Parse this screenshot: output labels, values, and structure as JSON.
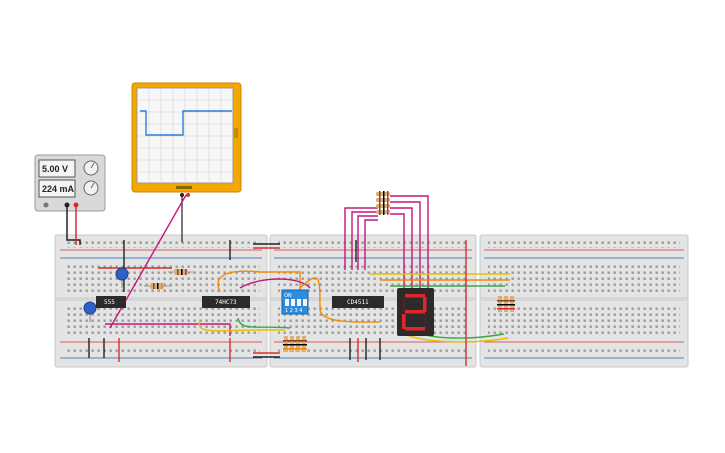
{
  "power_supply": {
    "voltage": "5.00 V",
    "current": "224 mA"
  },
  "chips": {
    "timer": "555",
    "flipflop": "74HC73",
    "decoder": "CD4511"
  },
  "dip_switch": {
    "label": "ON",
    "numbers": "1 2 3 4"
  },
  "seven_segment": {
    "digit": "2"
  },
  "colors": {
    "breadboard": "#e4e4e4",
    "rail_red": "#d32f2f",
    "rail_blue": "#1e5fb3",
    "wire_magenta": "#c2187a",
    "wire_orange": "#f08c00",
    "wire_green": "#3aa84a",
    "wire_yellow": "#e4c000",
    "scope_frame": "#f2a800",
    "scope_trace": "#2d7fd8",
    "display_body": "#2b2b2b",
    "segment_on": "#e0252c",
    "segment_off": "#4a2323"
  }
}
